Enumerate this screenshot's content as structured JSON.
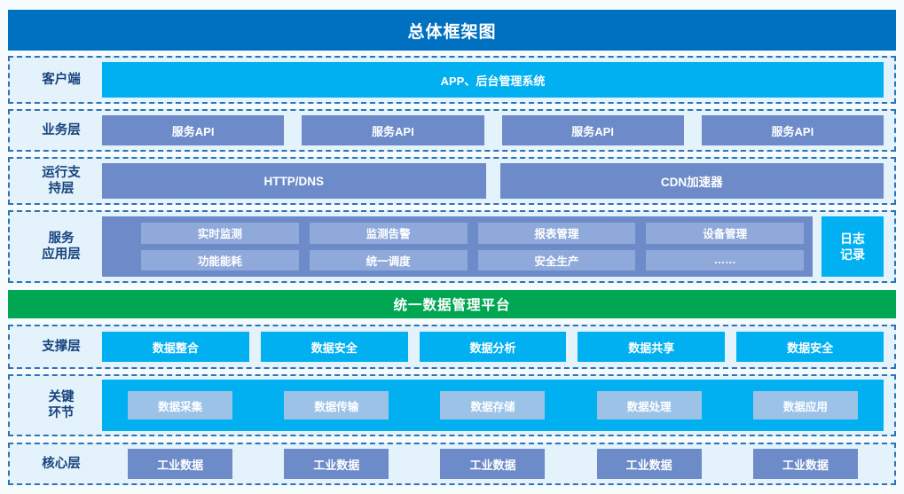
{
  "title": "总体框架图",
  "colors": {
    "header_blue": "#0070C0",
    "bright_cyan": "#00B0F0",
    "medium_blue": "#6D8BC9",
    "light_chip_blue": "#8FA9DB",
    "light_cyan_chip": "#9CC3E7",
    "green": "#00A651",
    "row_background": "#E4F2FB",
    "dashed_border": "#2E74B5",
    "label_text": "#17437E"
  },
  "layers": {
    "client": {
      "label": "客户端",
      "bar": "APP、后台管理系统"
    },
    "business": {
      "label": "业务层",
      "items": [
        "服务API",
        "服务API",
        "服务API",
        "服务API"
      ]
    },
    "runtime": {
      "label": "运行支\n持层",
      "items": [
        "HTTP/DNS",
        "CDN加速器"
      ]
    },
    "service_app": {
      "label": "服务\n应用层",
      "grid": [
        "实时监测",
        "监测告警",
        "报表管理",
        "设备管理",
        "功能能耗",
        "统一调度",
        "安全生产",
        "……"
      ],
      "side_box": "日志\n记录"
    },
    "platform": {
      "label": "统一数据管理平台"
    },
    "support": {
      "label": "支撑层",
      "items": [
        "数据整合",
        "数据安全",
        "数据分析",
        "数据共享",
        "数据安全"
      ]
    },
    "key_links": {
      "label": "关键\n环节",
      "items": [
        "数据采集",
        "数据传输",
        "数据存储",
        "数据处理",
        "数据应用"
      ]
    },
    "core": {
      "label": "核心层",
      "items": [
        "工业数据",
        "工业数据",
        "工业数据",
        "工业数据",
        "工业数据"
      ]
    }
  }
}
